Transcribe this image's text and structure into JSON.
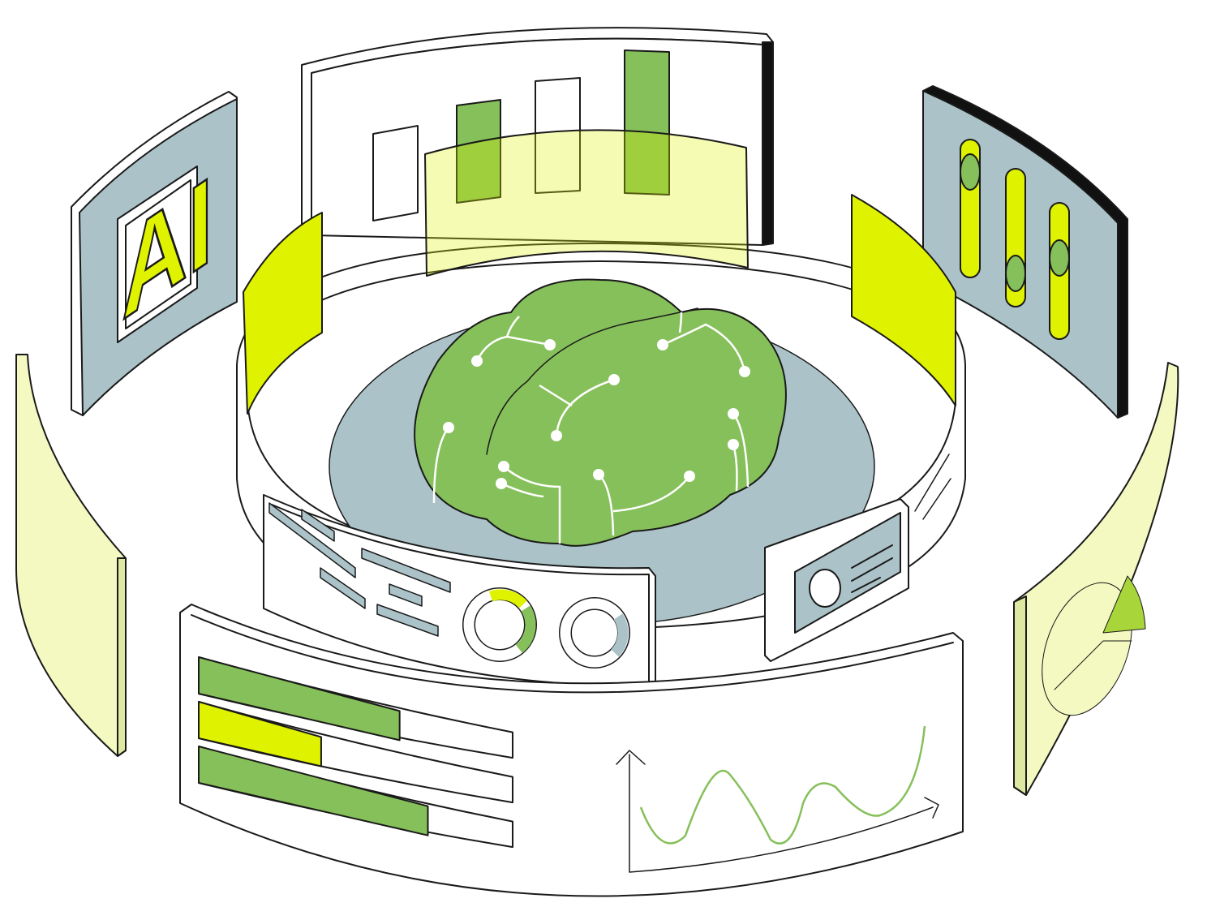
{
  "colors": {
    "green": "#86c05a",
    "lime": "#dff200",
    "pale_yellow": "#f3f9c0",
    "slate": "#abc3c8",
    "outline": "#1a1a1a",
    "white": "#ffffff"
  },
  "ai_panel": {
    "label": "AI"
  },
  "progress_bars": [
    {
      "fill": 0.64,
      "color": "green"
    },
    {
      "fill": 0.39,
      "color": "lime"
    },
    {
      "fill": 0.73,
      "color": "green"
    }
  ]
}
